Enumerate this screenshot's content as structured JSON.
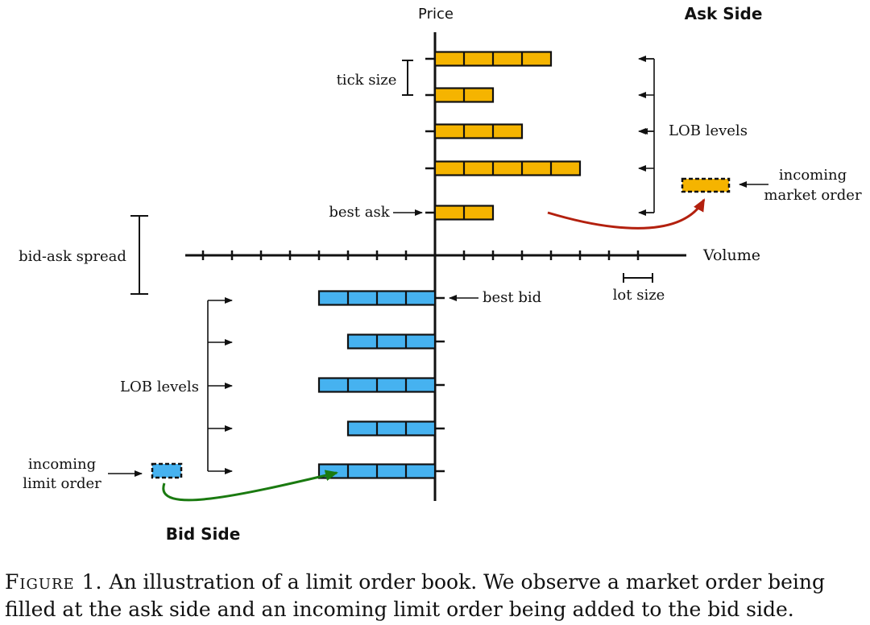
{
  "diagram": {
    "axis_price_label": "Price",
    "axis_volume_label": "Volume",
    "ask_side_title": "Ask Side",
    "bid_side_title": "Bid Side",
    "tick_size_label": "tick size",
    "lot_size_label": "lot size",
    "bid_ask_spread_label": "bid-ask spread",
    "best_ask_label": "best ask",
    "best_bid_label": "best bid",
    "lob_levels_ask_label": "LOB levels",
    "lob_levels_bid_label": "LOB levels",
    "incoming_market_order_line1": "incoming",
    "incoming_market_order_line2": "market order",
    "incoming_limit_order_line1": "incoming",
    "incoming_limit_order_line2": "limit order",
    "ask_levels_lots": [
      4,
      2,
      3,
      5,
      2
    ],
    "bid_levels_lots": [
      4,
      3,
      4,
      3,
      4
    ],
    "colors": {
      "ask": "#f5b400",
      "bid": "#46b2f0",
      "market_order_arrow": "#b3200e",
      "limit_order_arrow": "#1a7a10",
      "line": "#111111"
    }
  },
  "caption": {
    "label": "Figure 1.",
    "text": "An illustration of a limit order book. We observe a market order being filled at the ask side and an incoming limit order being added to the bid side."
  }
}
